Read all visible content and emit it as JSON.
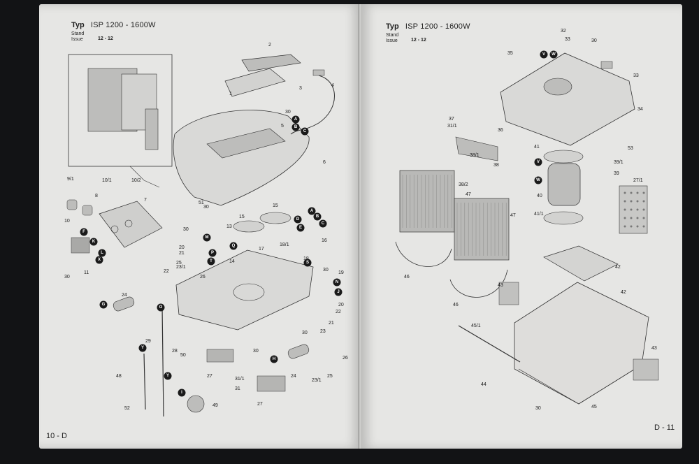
{
  "left_page": {
    "type_label": "Typ",
    "model": "ISP 1200 - 1600W",
    "stand_label": "Stand",
    "issue_label": "Issue",
    "issue_value": "12 - 12",
    "page_number": "10 - D",
    "part_labels": [
      "1",
      "2",
      "3",
      "4",
      "5",
      "6",
      "7",
      "8",
      "9/1",
      "10",
      "10/1",
      "10/2",
      "11",
      "13",
      "14",
      "15",
      "16",
      "17",
      "18",
      "18/1",
      "19",
      "20",
      "21",
      "22",
      "23",
      "23/1",
      "24",
      "25",
      "26",
      "27",
      "28",
      "29",
      "30",
      "31",
      "31/1",
      "48",
      "49",
      "50",
      "51",
      "52"
    ],
    "letter_markers": [
      "A",
      "B",
      "C",
      "D",
      "E",
      "F",
      "G",
      "H",
      "I",
      "J",
      "K",
      "L",
      "M",
      "N",
      "O",
      "P",
      "Q",
      "S",
      "T",
      "X",
      "Y"
    ]
  },
  "right_page": {
    "type_label": "Typ",
    "model": "ISP 1200 - 1600W",
    "stand_label": "Stand",
    "issue_label": "Issue",
    "issue_value": "12 - 12",
    "page_number": "D - 11",
    "part_labels": [
      "27/1",
      "30",
      "31/1",
      "32",
      "33",
      "34",
      "35",
      "36",
      "37",
      "38",
      "38/1",
      "38/2",
      "39",
      "39/1",
      "40",
      "41",
      "41/1",
      "42",
      "43",
      "44",
      "45",
      "45/1",
      "46",
      "47",
      "53"
    ],
    "letter_markers": [
      "V",
      "W"
    ]
  },
  "colors": {
    "paper": "#e6e6e4",
    "ink": "#1a1a1a",
    "background": "#121315"
  }
}
